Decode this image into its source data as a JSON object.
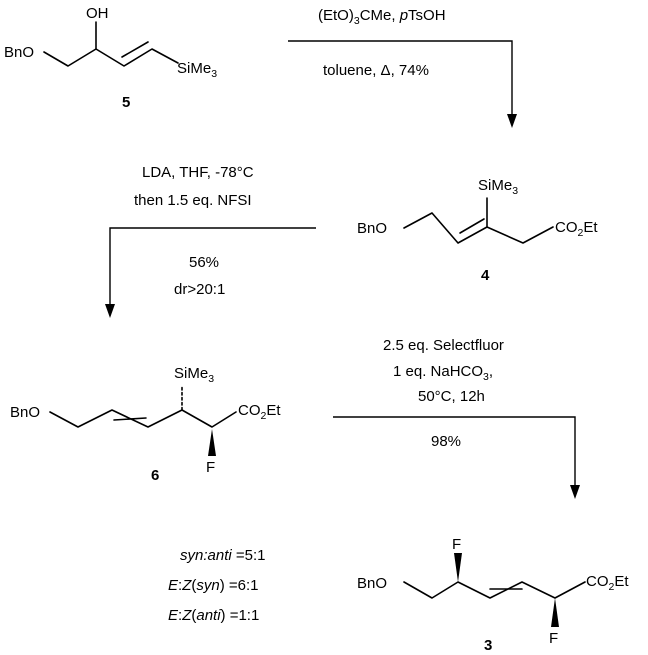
{
  "compounds": {
    "c5": {
      "number": "5",
      "oh": "OH",
      "bno": "BnO",
      "sime3": "SiMe",
      "sime3_sub": "3"
    },
    "c4": {
      "number": "4",
      "bno": "BnO",
      "sime3": "SiMe",
      "sime3_sub": "3",
      "ester_a": "CO",
      "ester_sub": "2",
      "ester_b": "Et"
    },
    "c6": {
      "number": "6",
      "bno": "BnO",
      "sime3": "SiMe",
      "sime3_sub": "3",
      "ester_a": "CO",
      "ester_sub": "2",
      "ester_b": "Et",
      "f": "F"
    },
    "c3": {
      "number": "3",
      "bno": "BnO",
      "f1": "F",
      "f2": "F",
      "ester_a": "CO",
      "ester_sub": "2",
      "ester_b": "Et"
    }
  },
  "steps": {
    "step1": {
      "line1_a": "(EtO)",
      "line1_sub": "3",
      "line1_b": "CMe, ",
      "line1_c": "p",
      "line1_d": "TsOH",
      "line2": "toluene, Δ, 74%"
    },
    "step2": {
      "line1": "LDA, THF, -78°C",
      "line2": "then 1.5 eq. NFSI",
      "line3": "56%",
      "line4": "dr>20:1"
    },
    "step3": {
      "line1": "2.5 eq. Selectfluor",
      "line2_a": "1 eq. NaHCO",
      "line2_sub": "3",
      "line2_b": ",",
      "line3": "50°C, 12h",
      "line4": "98%"
    }
  },
  "ratios": {
    "r1_a": "syn:anti",
    "r1_b": " =5:1",
    "r2_a": "E",
    "r2_b": ":",
    "r2_c": "Z",
    "r2_d": "(",
    "r2_e": "syn",
    "r2_f": ") =6:1",
    "r3_a": "E",
    "r3_b": ":",
    "r3_c": "Z",
    "r3_d": "(",
    "r3_e": "anti",
    "r3_f": ") =1:1"
  }
}
